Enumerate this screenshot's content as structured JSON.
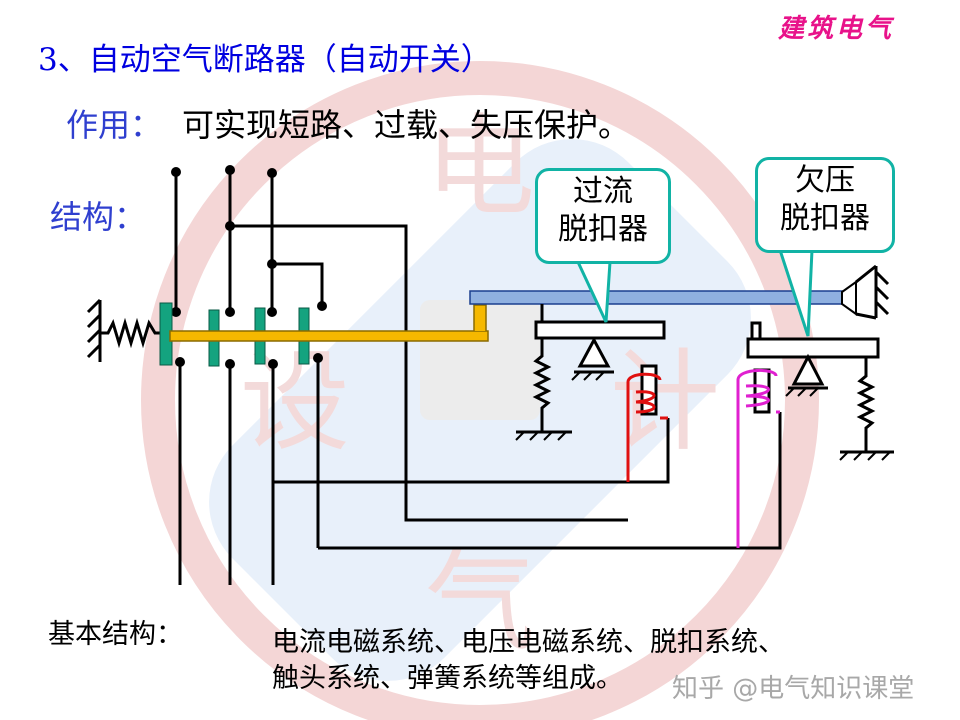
{
  "brand": "建筑电气",
  "title": "3、自动空气断路器（自动开关）",
  "function": {
    "label": "作用：",
    "text": "可实现短路、过载、失压保护。"
  },
  "structure": {
    "label": "结构："
  },
  "callouts": {
    "overcurrent": {
      "line1": "过流",
      "line2": "脱扣器"
    },
    "undervoltage": {
      "line1": "欠压",
      "line2": "脱扣器"
    }
  },
  "basic_structure": {
    "label": "基本结构：",
    "line1": "电流电磁系统、电压电磁系统、脱扣系统、",
    "line2": "触头系统、弹簧系统等组成。"
  },
  "watermark": {
    "text": "知乎 @电气知识课堂",
    "seal_chars": [
      "电",
      "设",
      "计",
      "气"
    ]
  },
  "colors": {
    "title_blue": "#0000e0",
    "label_blue": "#2f3fcf",
    "brand_pink": "#e8128a",
    "callout_border": "#11b3a5",
    "contact_green": "#14a37f",
    "bar_yellow": "#f5b800",
    "lever_blue": "#8fb0e0",
    "oc_coil_red": "#e01010",
    "uv_coil_magenta": "#e020d0"
  }
}
